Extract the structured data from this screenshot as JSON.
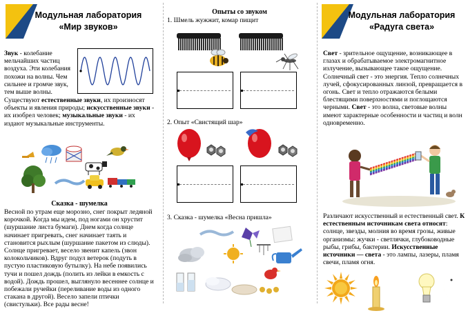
{
  "left": {
    "banner_line1": "Модульная лаборатория",
    "banner_line2": "«Мир звуков»",
    "intro_term": "Звук",
    "intro_text": " - колебание мельчайших частиц воздуха. Эти колебания похожи на волны. Чем сильнее и громче звук, тем выше волны.",
    "exists_text": "Существуют ",
    "natural_term": "естественные звуки",
    "natural_text": ", их произносят объекты и явления природы;",
    "artificial_term": "искусственные звуки",
    "artificial_text": " - их изобрел человек;",
    "musical_term": "музыкальные звуки",
    "musical_text": " - их издают музыкальные инструменты.",
    "story_title": "Сказка - шумелка",
    "story_text": "Весной по утрам еще морозно, снег покрыт ледяной корочкой. Когда мы идем, под ногами он хрустит (шуршание листа бумаги). Днем когда солнце начинает пригревать, снег начинает таять и становится рыхлым (шуршание пакетом из слюды). Солнце пригревает, весело звенит капель (звон колокольчиков). Вдруг подул ветерок (подуть в пустую пластиковую бутылку). На небе появились тучи и пошел дождь (полить из лейки в емкость с водой). Дождь прошел, выглянуло весеннее солнце и побежали ручейки (переливание воды из одного стакана в другой). Весело запели птички (свистульки). Все рады весне!"
  },
  "middle": {
    "title": "Опыты со звуком",
    "item1": "1. Шмель жужжит, комар пищит",
    "item2": "2. Опыт «Свистящий шар»",
    "item3": "3. Сказка - шумелка «Весна пришла»"
  },
  "right": {
    "banner_line1": "Модульная лаборатория",
    "banner_line2": "«Радуга света»",
    "light_term": "Свет",
    "light_text": " - зрительное ощущение, возникающее в глазах и обрабатываемое электромагнитное излучение, вызывающее такое ощущение. Солнечный свет - это энергия. Тепло солнечных лучей, сфокусированных линзой, превращается в огонь. Свет и тепло отражаются белыми блестящими поверхностями и поглощаются черными.",
    "light_term2": "Свет",
    "light_text2": " - это волна, световые волны имеют характерные особенности и частиц и волн одновременно.",
    "sources_intro": "Различают искусственный и естественный свет. ",
    "natural_term": "К естественным источникам света относят",
    "natural_text": ": солнце, звезды, молния во время грозы, живые организмы: жучки - светлячки, глубоководные рыбы, грибы, бактерии.",
    "artificial_term": "Искусственные источники — света",
    "artificial_text": " - это лампы, лазеры, пламя свечи, пламя огня."
  },
  "colors": {
    "banner_blue": "#1d4a86",
    "banner_yellow": "#f4c20f",
    "wave": "#1f3f9a",
    "balloon": "#d8141e"
  }
}
